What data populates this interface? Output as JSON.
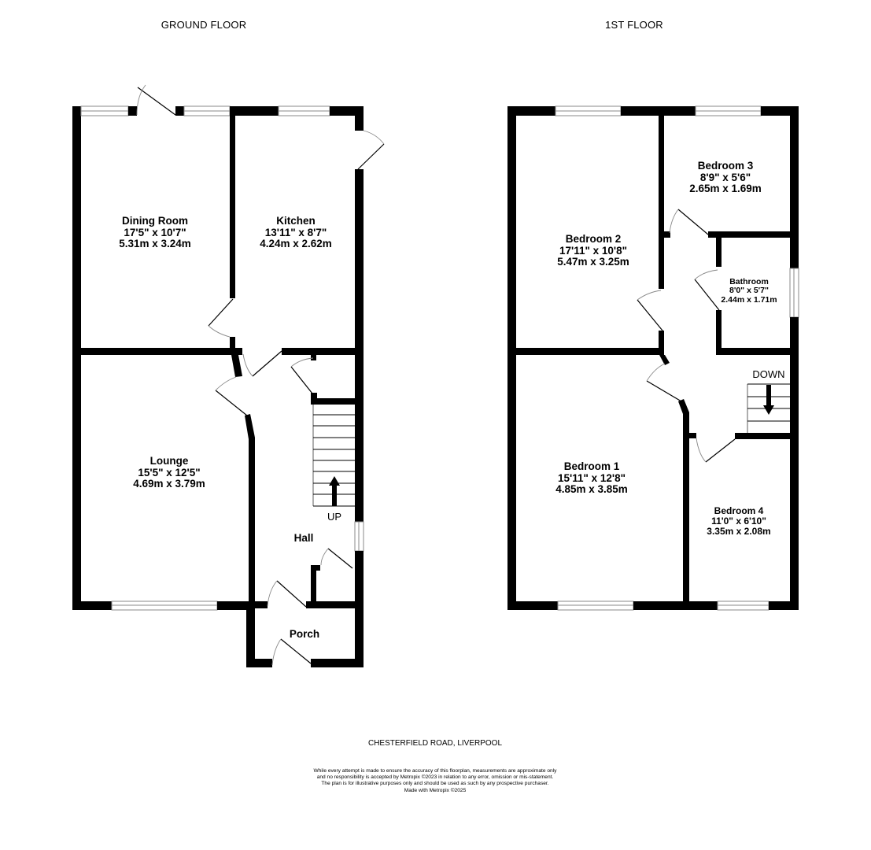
{
  "floors": [
    {
      "title": "GROUND FLOOR",
      "rooms": [
        {
          "name": "Dining Room",
          "imperial": "17'5\"  x 10'7\"",
          "metric": "5.31m  x 3.24m"
        },
        {
          "name": "Kitchen",
          "imperial": "13'11\"  x 8'7\"",
          "metric": "4.24m  x 2.62m"
        },
        {
          "name": "Lounge",
          "imperial": "15'5\"  x 12'5\"",
          "metric": "4.69m  x 3.79m"
        },
        {
          "name": "Hall"
        },
        {
          "name": "Porch"
        }
      ],
      "stairs_label": "UP"
    },
    {
      "title": "1ST FLOOR",
      "rooms": [
        {
          "name": "Bedroom 2",
          "imperial": "17'11\"  x 10'8\"",
          "metric": "5.47m  x 3.25m"
        },
        {
          "name": "Bedroom 3",
          "imperial": "8'9\"  x 5'6\"",
          "metric": "2.65m  x 1.69m"
        },
        {
          "name": "Bathroom",
          "imperial": "8'0\"  x 5'7\"",
          "metric": "2.44m  x 1.71m"
        },
        {
          "name": "Bedroom 1",
          "imperial": "15'11\"  x 12'8\"",
          "metric": "4.85m  x 3.85m"
        },
        {
          "name": "Bedroom 4",
          "imperial": "11'0\"  x 6'10\"",
          "metric": "3.35m  x 2.08m"
        }
      ],
      "stairs_label": "DOWN"
    }
  ],
  "footer": {
    "address": "CHESTERFIELD ROAD, LIVERPOOL",
    "disclaimer": [
      "While every attempt is made to ensure the accuracy of this floorplan, measurements are approximate only",
      "and no responsibility is accepted by Metropix ©2023 in relation to any error, omission or mis-statement.",
      "The plan is for illustrative purposes only and should be used as such by any prospective purchaser.",
      "Made with Metropix ©2025"
    ]
  },
  "colors": {
    "wall": "#000000",
    "window_line": "#8a8a8a",
    "background": "#ffffff"
  }
}
